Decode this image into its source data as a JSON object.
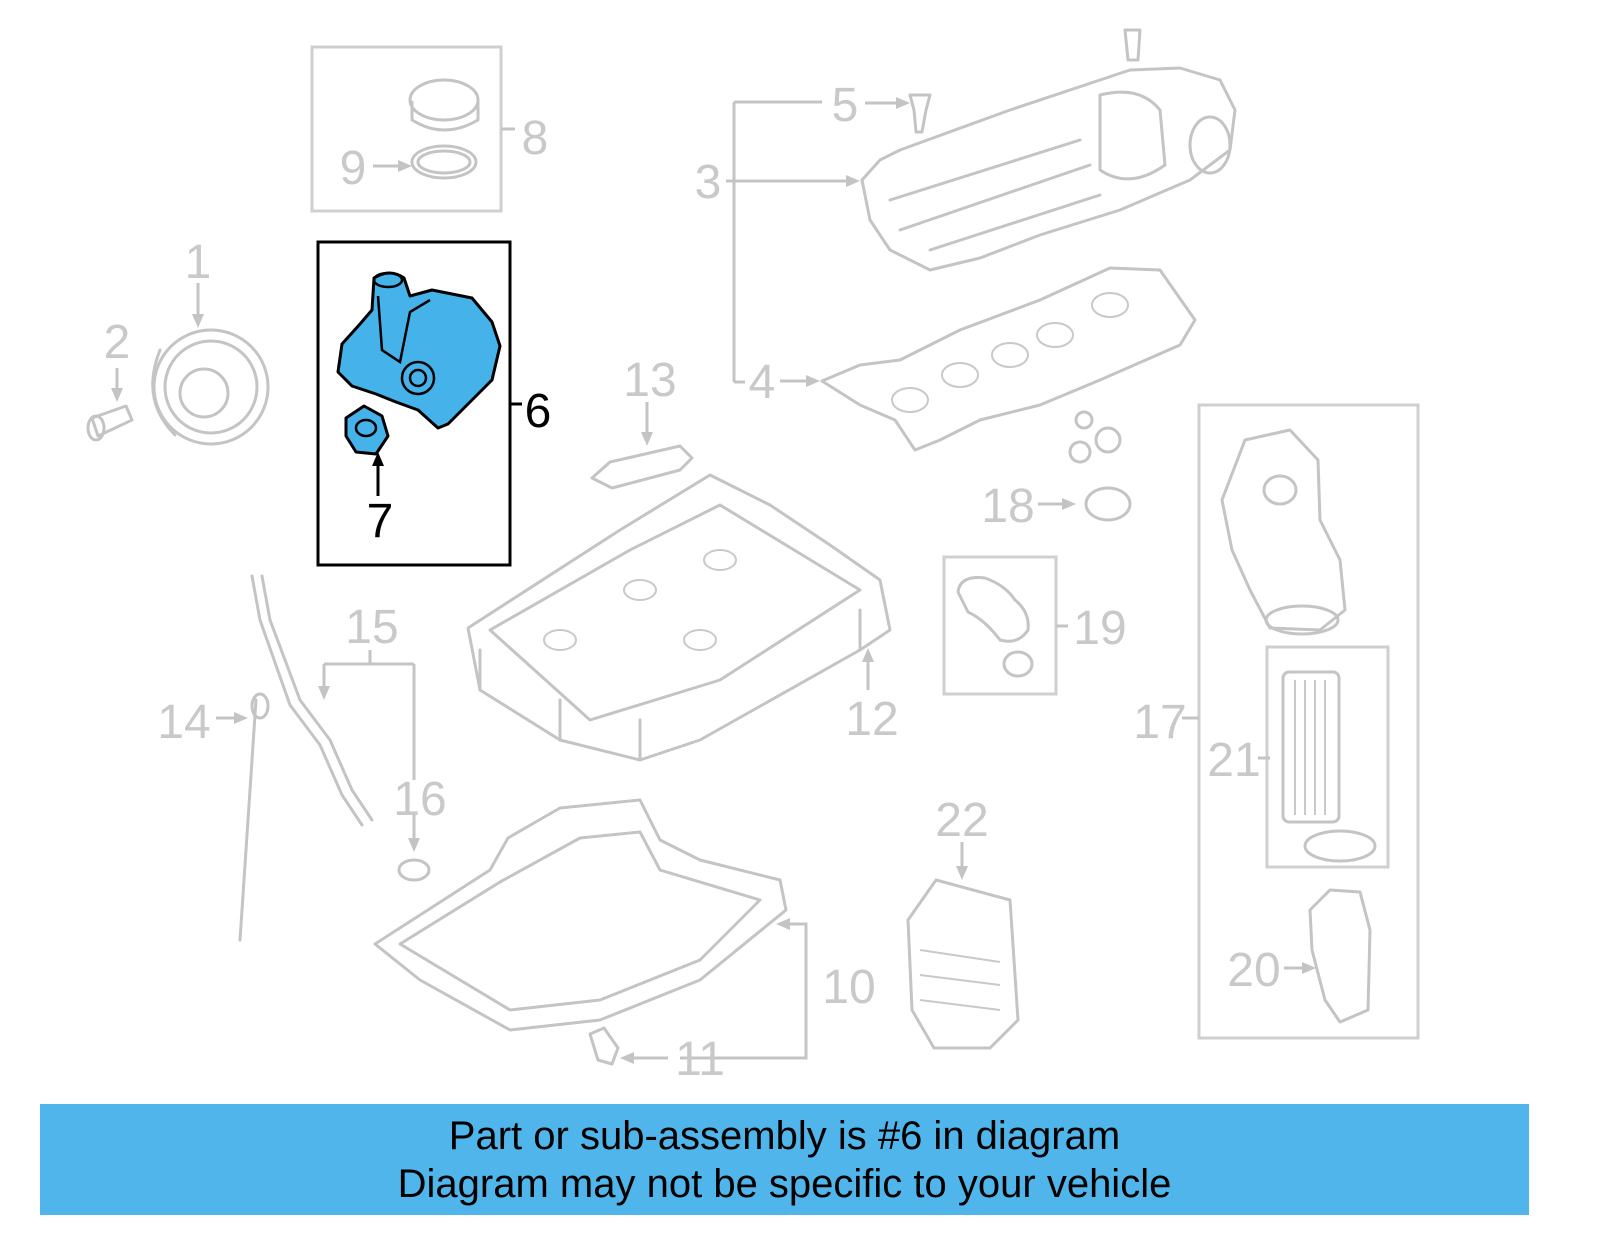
{
  "callouts": {
    "c1": "1",
    "c2": "2",
    "c3": "3",
    "c4": "4",
    "c5": "5",
    "c6": "6",
    "c7": "7",
    "c8": "8",
    "c9": "9",
    "c10": "10",
    "c11": "11",
    "c12": "12",
    "c13": "13",
    "c14": "14",
    "c15": "15",
    "c16": "16",
    "c17": "17",
    "c18": "18",
    "c19": "19",
    "c20": "20",
    "c21": "21",
    "c22": "22"
  },
  "highlighted_part": "6",
  "colors": {
    "highlight_fill": "#45b3ea",
    "banner_bg": "#4fb5ea",
    "inactive_lines": "#c4c4c4"
  },
  "banner": {
    "line1": "Part or sub-assembly is #6 in diagram",
    "line2": "Diagram may not be specific to your vehicle"
  }
}
